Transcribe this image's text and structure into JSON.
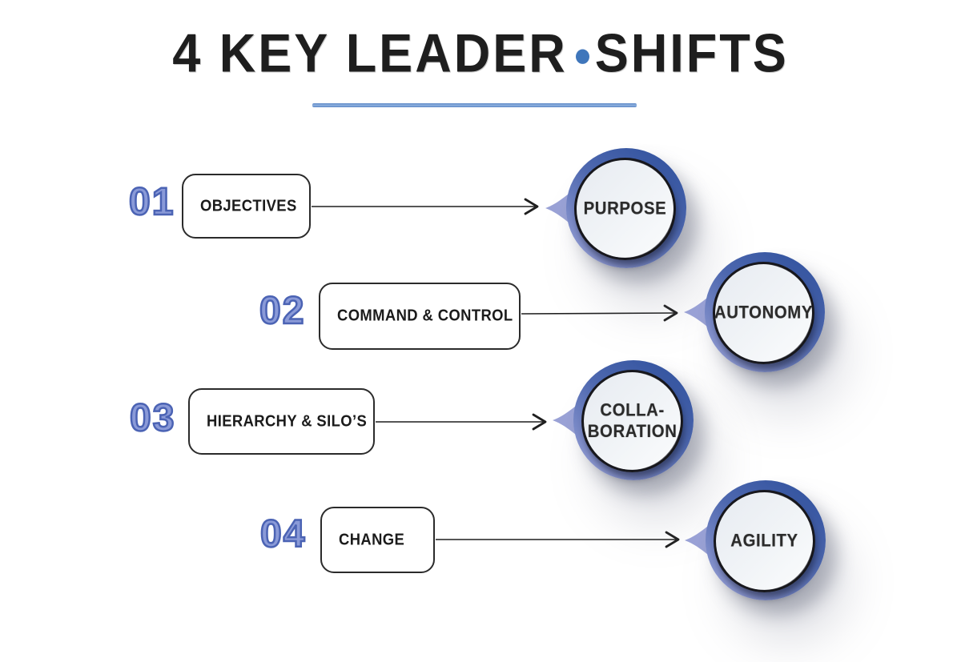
{
  "title": {
    "part1": "4 KEY LEADER",
    "part2": "SHIFTS",
    "separator": "dot"
  },
  "rows": [
    {
      "number": "01",
      "from_label": "OBJECTIVES",
      "to_label": "PURPOSE"
    },
    {
      "number": "02",
      "from_label": "COMMAND & CONTROL",
      "to_label": "AUTONOMY"
    },
    {
      "number": "03",
      "from_label": "HIERARCHY & SILO’S",
      "to_label": "COLLA-\nBORATION"
    },
    {
      "number": "04",
      "from_label": "CHANGE",
      "to_label": "AGILITY"
    }
  ],
  "colors": {
    "title_text": "#1e1e1e",
    "title_dot": "#3f76bb",
    "title_underline": "#5b86c4",
    "row_number_blue": "#6f85cc",
    "box_border": "#2b2b2b",
    "arrow": "#1f1f1f",
    "badge_ring_dark": "#2c4e9b",
    "badge_ring_light": "#9ba3d9",
    "badge_face": "#eef1f5",
    "badge_text": "#2b2b2b"
  }
}
